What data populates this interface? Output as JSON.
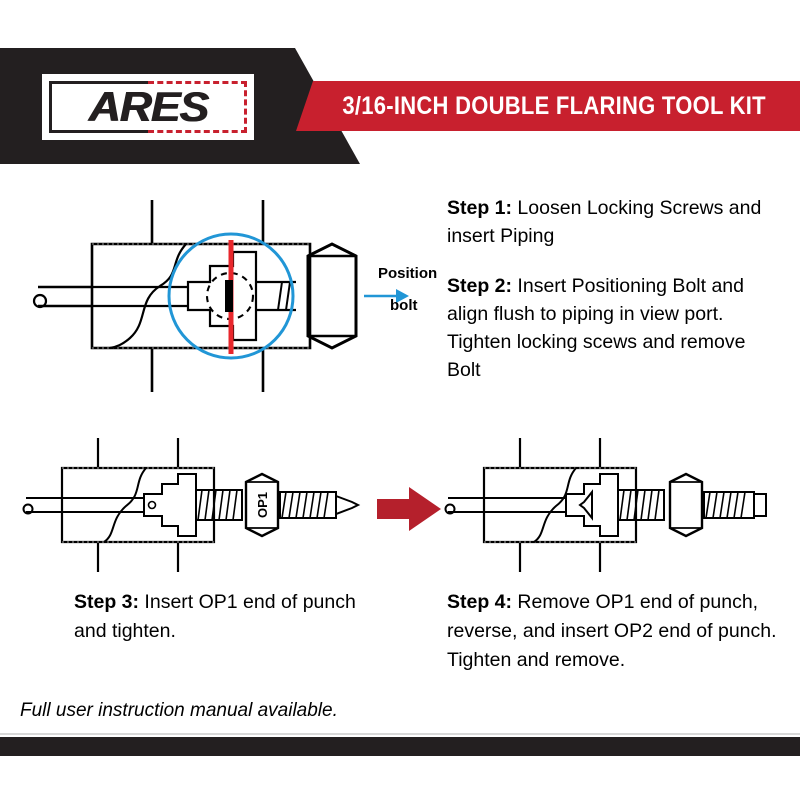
{
  "header": {
    "logo_text": "ARES",
    "title": "3/16-INCH DOUBLE FLARING TOOL KIT",
    "colors": {
      "black": "#231f20",
      "red": "#c8202e",
      "white": "#ffffff"
    }
  },
  "diagrams": {
    "top": {
      "callout_line1": "Position",
      "callout_line2": "bolt",
      "highlight_circle_color": "#2196d6",
      "marker_line_color": "#e8272c",
      "arrow_color": "#2196d6"
    },
    "step3": {
      "punch_label": "OP1"
    },
    "step4": {
      "punch_label": ""
    },
    "transition_arrow_color": "#b5202c"
  },
  "steps": [
    {
      "id": "step-1",
      "label": "Step 1:",
      "text": " Loosen Locking Screws and insert Piping"
    },
    {
      "id": "step-2",
      "label": "Step 2:",
      "text": " Insert Positioning Bolt and align flush to piping in view port. Tighten locking scews and remove Bolt"
    },
    {
      "id": "step-3",
      "label": "Step 3:",
      "text": " Insert OP1 end of punch and tighten."
    },
    {
      "id": "step-4",
      "label": "Step 4:",
      "text": " Remove OP1 end of punch, reverse, and insert OP2 end of punch. Tighten and remove."
    }
  ],
  "footer": {
    "note": "Full user instruction manual available."
  }
}
